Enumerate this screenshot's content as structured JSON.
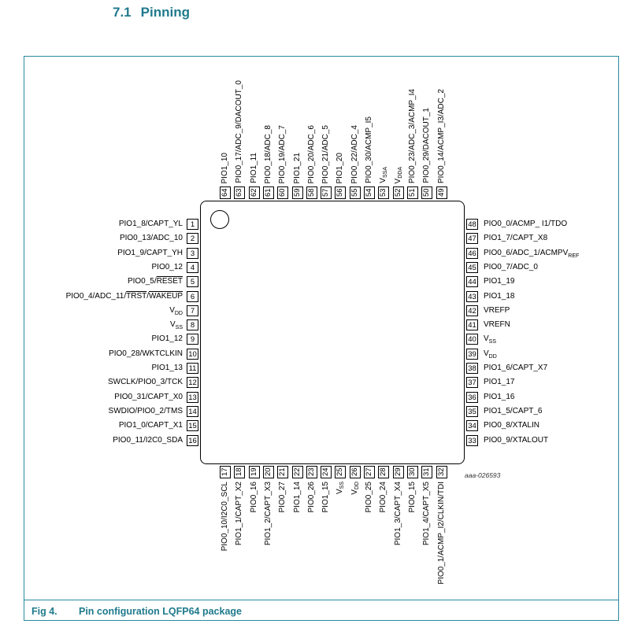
{
  "section": {
    "number": "7.1",
    "title": "Pinning"
  },
  "figure": {
    "label": "Fig 4.",
    "caption": "Pin configuration LQFP64 package",
    "ref": "aaa-026593"
  },
  "pins": {
    "left": [
      {
        "n": "1",
        "name": "PIO1_8/CAPT_YL"
      },
      {
        "n": "2",
        "name": "PIO0_13/ADC_10"
      },
      {
        "n": "3",
        "name": "PIO1_9/CAPT_YH"
      },
      {
        "n": "4",
        "name": "PIO0_12"
      },
      {
        "n": "5",
        "name": "PIO0_5/",
        "over": "RESET"
      },
      {
        "n": "6",
        "name": "PIO0_4/ADC_11/",
        "over": "TRST",
        "mid": "/",
        "over2": "WAKEUP"
      },
      {
        "n": "7",
        "name": "V",
        "sub": "DD"
      },
      {
        "n": "8",
        "name": "V",
        "sub": "SS"
      },
      {
        "n": "9",
        "name": "PIO1_12"
      },
      {
        "n": "10",
        "name": "PIO0_28/WKTCLKIN"
      },
      {
        "n": "11",
        "name": "PIO1_13"
      },
      {
        "n": "12",
        "name": "SWCLK/PIO0_3/TCK"
      },
      {
        "n": "13",
        "name": "PIO0_31/CAPT_X0"
      },
      {
        "n": "14",
        "name": "SWDIO/PIO0_2/TMS"
      },
      {
        "n": "15",
        "name": "PIO1_0/CAPT_X1"
      },
      {
        "n": "16",
        "name": "PIO0_11/I2C0_SDA"
      }
    ],
    "right": [
      {
        "n": "48",
        "name": "PIO0_0/ACMP_ I1/TDO"
      },
      {
        "n": "47",
        "name": "PIO1_7/CAPT_X8"
      },
      {
        "n": "46",
        "name": "PIO0_6/ADC_1/ACMPV",
        "sub": "REF"
      },
      {
        "n": "45",
        "name": "PIO0_7/ADC_0"
      },
      {
        "n": "44",
        "name": "PIO1_19"
      },
      {
        "n": "43",
        "name": "PIO1_18"
      },
      {
        "n": "42",
        "name": "VREFP"
      },
      {
        "n": "41",
        "name": "VREFN"
      },
      {
        "n": "40",
        "name": "V",
        "sub": "SS"
      },
      {
        "n": "39",
        "name": "V",
        "sub": "DD"
      },
      {
        "n": "38",
        "name": "PIO1_6/CAPT_X7"
      },
      {
        "n": "37",
        "name": "PIO1_17"
      },
      {
        "n": "36",
        "name": "PIO1_16"
      },
      {
        "n": "35",
        "name": "PIO1_5/CAPT_6"
      },
      {
        "n": "34",
        "name": "PIO0_8/XTALIN"
      },
      {
        "n": "33",
        "name": "PIO0_9/XTALOUT"
      }
    ],
    "top": [
      {
        "n": "64",
        "name": "PIO1_10"
      },
      {
        "n": "63",
        "name": "PIO0_17/ADC_9/DACOUT_0"
      },
      {
        "n": "62",
        "name": "PIO1_11"
      },
      {
        "n": "61",
        "name": "PIO0_18/ADC_8"
      },
      {
        "n": "60",
        "name": "PIO0_19/ADC_7"
      },
      {
        "n": "59",
        "name": "PIO1_21"
      },
      {
        "n": "58",
        "name": "PIO0_20/ADC_6"
      },
      {
        "n": "57",
        "name": "PIO0_21/ADC_5"
      },
      {
        "n": "56",
        "name": "PIO1_20"
      },
      {
        "n": "55",
        "name": "PIO0_22/ADC_4"
      },
      {
        "n": "54",
        "name": "PIO0_30/ACMP_I5"
      },
      {
        "n": "53",
        "name": "V",
        "sub": "SSA"
      },
      {
        "n": "52",
        "name": "V",
        "sub": "DDA"
      },
      {
        "n": "51",
        "name": "PIO0_23/ADC_3/ACMP_I4"
      },
      {
        "n": "50",
        "name": "PIO0_29/DACOUT_1"
      },
      {
        "n": "49",
        "name": "PIO0_14/ACMP_I3/ADC_2"
      }
    ],
    "bottom": [
      {
        "n": "17",
        "name": "PIO0_10/I2C0_SCL"
      },
      {
        "n": "18",
        "name": "PIO1_1/CAPT_X2"
      },
      {
        "n": "19",
        "name": "PIO0_16"
      },
      {
        "n": "20",
        "name": "PIO1_2/CAPT_X3"
      },
      {
        "n": "21",
        "name": "PIO0_27"
      },
      {
        "n": "22",
        "name": "PIO1_14"
      },
      {
        "n": "23",
        "name": "PIO0_26"
      },
      {
        "n": "24",
        "name": "PIO1_15"
      },
      {
        "n": "25",
        "name": "V",
        "sub": "SS"
      },
      {
        "n": "26",
        "name": "V",
        "sub": "DD"
      },
      {
        "n": "27",
        "name": "PIO0_25"
      },
      {
        "n": "28",
        "name": "PIO0_24"
      },
      {
        "n": "29",
        "name": "PIO1_3/CAPT_X4"
      },
      {
        "n": "30",
        "name": "PIO0_15"
      },
      {
        "n": "31",
        "name": "PIO1_4/CAPT_X5"
      },
      {
        "n": "32",
        "name": "PIO0_1/ACMP_I2/CLKIN/TDI"
      }
    ]
  }
}
